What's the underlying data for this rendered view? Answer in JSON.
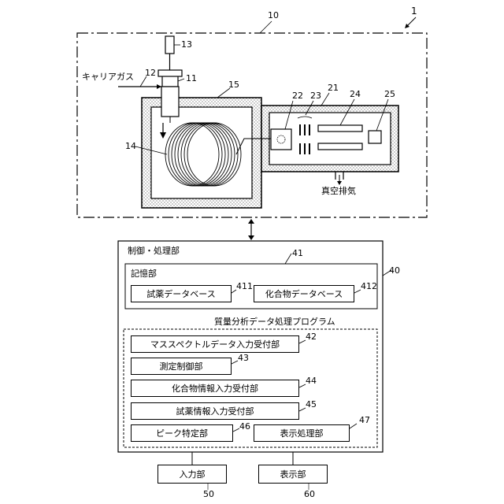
{
  "refs": {
    "r1": "1",
    "r10": "10",
    "r11": "11",
    "r12": "12",
    "r13": "13",
    "r14": "14",
    "r15": "15",
    "r21": "21",
    "r22": "22",
    "r23": "23",
    "r24": "24",
    "r25": "25",
    "r40": "40",
    "r41": "41",
    "r42": "42",
    "r43": "43",
    "r44": "44",
    "r45": "45",
    "r46": "46",
    "r47": "47",
    "r50": "50",
    "r60": "60",
    "r411": "411",
    "r412": "412"
  },
  "labels": {
    "carrier_gas": "キャリアガス",
    "vacuum_exhaust": "真空排気",
    "control_processing": "制御・処理部",
    "storage": "記憶部",
    "reagent_db": "試薬データベース",
    "compound_db": "化合物データベース",
    "program": "質量分析データ処理プログラム",
    "ms_input": "マススペクトルデータ入力受付部",
    "measure_control": "測定制御部",
    "compound_info": "化合物情報入力受付部",
    "reagent_info": "試薬情報入力受付部",
    "peak_id": "ピーク特定部",
    "display_proc": "表示処理部",
    "input_unit": "入力部",
    "display_unit": "表示部"
  }
}
